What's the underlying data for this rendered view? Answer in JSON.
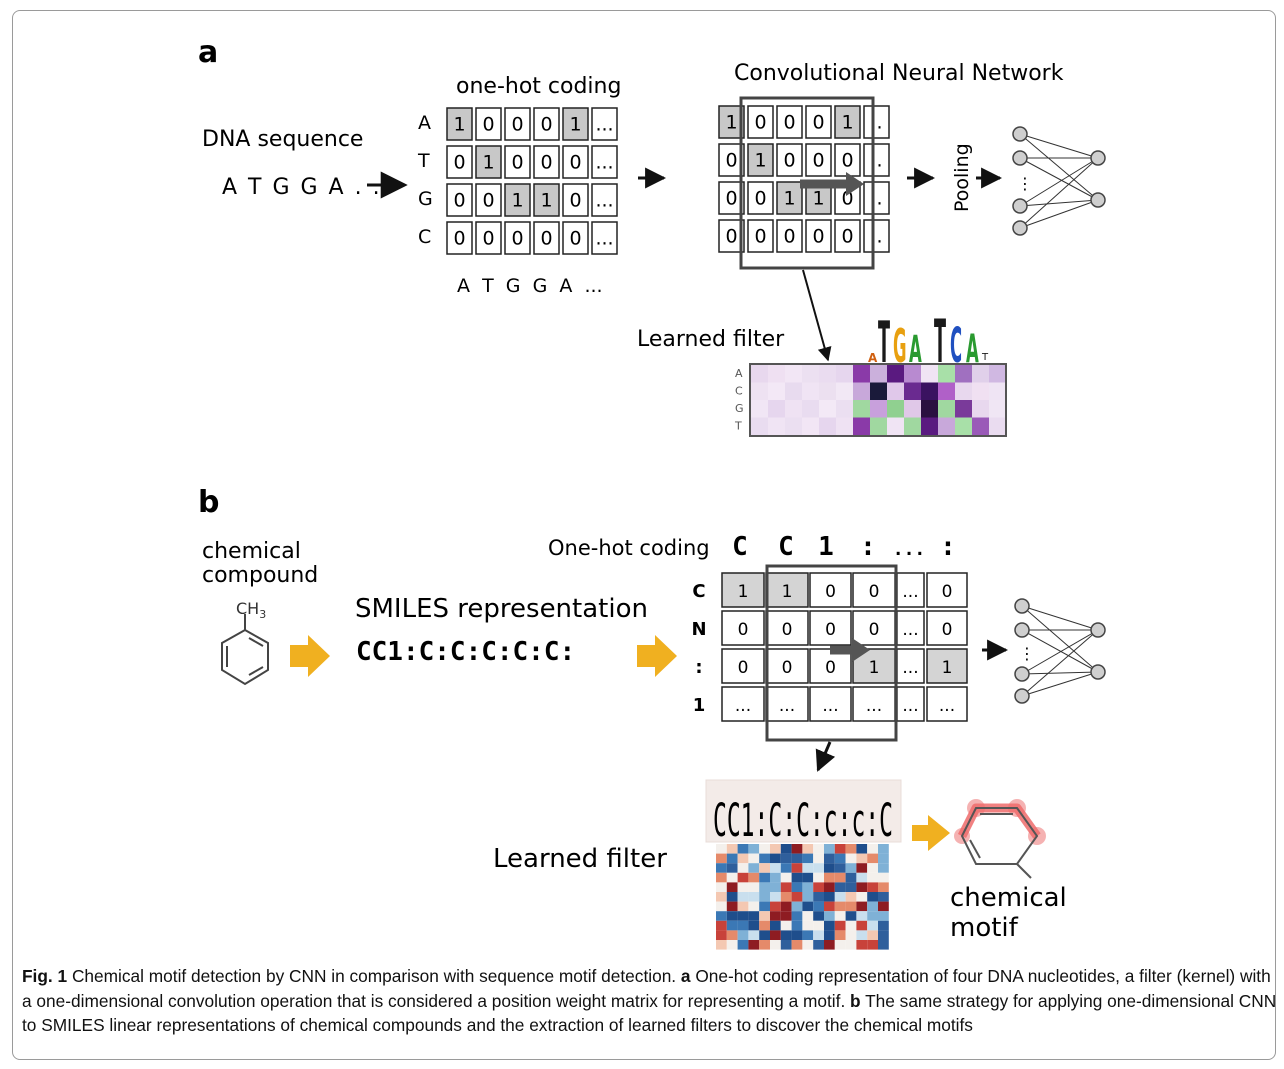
{
  "panel_a": {
    "label": "a",
    "dna_label": "DNA sequence",
    "dna_seq": "A T G G A . .",
    "onehot_title": "one-hot coding",
    "row_labels": [
      "A",
      "T",
      "G",
      "C"
    ],
    "matrix": [
      [
        "1",
        "0",
        "0",
        "0",
        "1",
        "..."
      ],
      [
        "0",
        "1",
        "0",
        "0",
        "0",
        "..."
      ],
      [
        "0",
        "0",
        "1",
        "1",
        "0",
        "..."
      ],
      [
        "0",
        "0",
        "0",
        "0",
        "0",
        "..."
      ]
    ],
    "col_labels": "A  T  G  G  A  ...",
    "cnn_title": "Convolutional Neural Network",
    "cnn_matrix": [
      [
        "1",
        "0",
        "0",
        "0",
        "1",
        ".."
      ],
      [
        "0",
        "1",
        "0",
        "0",
        "0",
        ".."
      ],
      [
        "0",
        "0",
        "1",
        "1",
        "0",
        ".."
      ],
      [
        "0",
        "0",
        "0",
        "0",
        "0",
        ".."
      ]
    ],
    "pooling": "Pooling",
    "ellipsis": "⋮",
    "learned_filter": "Learned filter",
    "filter_rows": [
      "A",
      "C",
      "G",
      "T"
    ]
  },
  "panel_b": {
    "label": "b",
    "compound_label": [
      "chemical",
      "compound"
    ],
    "methyl": "CH",
    "methyl_sub": "3",
    "smiles_title": "SMILES representation",
    "smiles": "CC1:C:C:C:C:C:",
    "onehot_title": "One-hot coding",
    "header_chars": [
      "C",
      "C",
      "1",
      ":",
      "...",
      ":"
    ],
    "row_labels": [
      "C",
      "N",
      ":",
      "1"
    ],
    "matrix": [
      [
        "1",
        "1",
        "0",
        "0",
        "...",
        "0"
      ],
      [
        "0",
        "0",
        "0",
        "0",
        "...",
        "0"
      ],
      [
        "0",
        "0",
        "0",
        "1",
        "...",
        "1"
      ],
      [
        "...",
        "...",
        "...",
        "...",
        "...",
        "..."
      ]
    ],
    "filter_smiles": "CC1:C:C:c:c:C",
    "learned_filter": "Learned filter",
    "motif_label": [
      "chemical",
      "motif"
    ]
  },
  "caption": {
    "fig": "Fig. 1",
    "title": " Chemical motif detection by CNN in comparison with sequence motif detection. ",
    "a": "a",
    "a_text": " One-hot coding representation of four DNA nucleotides, a filter (kernel) with a one-dimensional convolution operation that is considered a position weight matrix for representing a motif. ",
    "b": "b",
    "b_text": " The same strategy for applying one-dimensional CNN to SMILES linear representations of chemical compounds and the extraction of learned filters to discover the chemical motifs"
  }
}
